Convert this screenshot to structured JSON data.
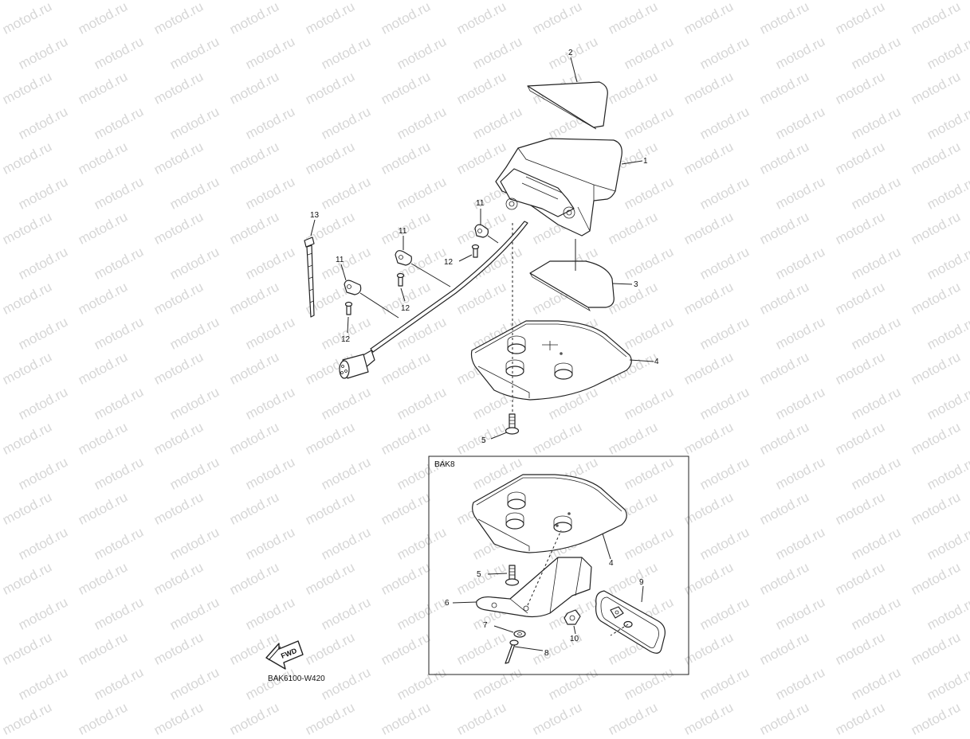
{
  "watermark": {
    "text": "motod.ru"
  },
  "diagram": {
    "code": "BAK6100-W420",
    "inset_label": "BAK8",
    "fwd_label": "FWD",
    "callouts": {
      "c1": "1",
      "c2": "2",
      "c3": "3",
      "c4": "4",
      "c5": "5",
      "c11a": "11",
      "c11b": "11",
      "c11c": "11",
      "c12a": "12",
      "c12b": "12",
      "c12c": "12",
      "c13": "13",
      "i4": "4",
      "i5": "5",
      "i6": "6",
      "i7": "7",
      "i8": "8",
      "i9": "9",
      "i10": "10"
    }
  }
}
